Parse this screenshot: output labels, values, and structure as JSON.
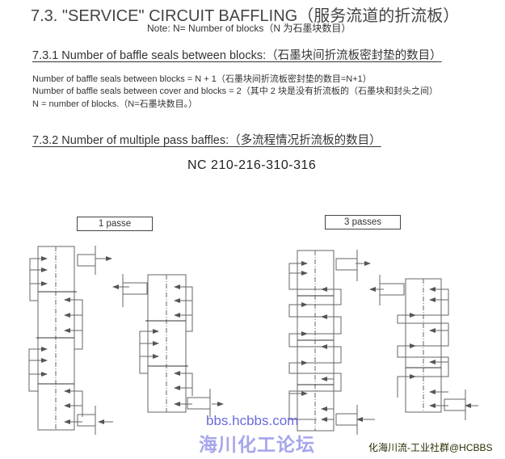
{
  "header": {
    "title": "7.3. \"SERVICE\" CIRCUIT BAFFLING（服务流道的折流板）",
    "note": "Note: N= Number of blocks（N 为石墨块数目）"
  },
  "section_731": {
    "heading": "7.3.1 Number of baffle seals between blocks:（石墨块间折流板密封垫的数目）",
    "lines": [
      "Number of baffle seals between blocks = N + 1（石墨块间折流板密封垫的数目=N+1）",
      "Number of baffle seals between cover and blocks = 2（其中 2 块是没有折流板的（石墨块和封头之间）",
      "N = number of blocks.（N=石墨块数目。）"
    ]
  },
  "section_732": {
    "heading": "7.3.2 Number of multiple pass baffles:（多流程情况折流板的数目）",
    "model": "NC 210-216-310-316",
    "diagrams": [
      {
        "label": "1 passe"
      },
      {
        "label": "3 passes"
      }
    ]
  },
  "watermarks": {
    "url": "bbs.hcbbs.com",
    "forum": "海川化工论坛",
    "community": "化海川流-工业社群@HCBBS"
  }
}
